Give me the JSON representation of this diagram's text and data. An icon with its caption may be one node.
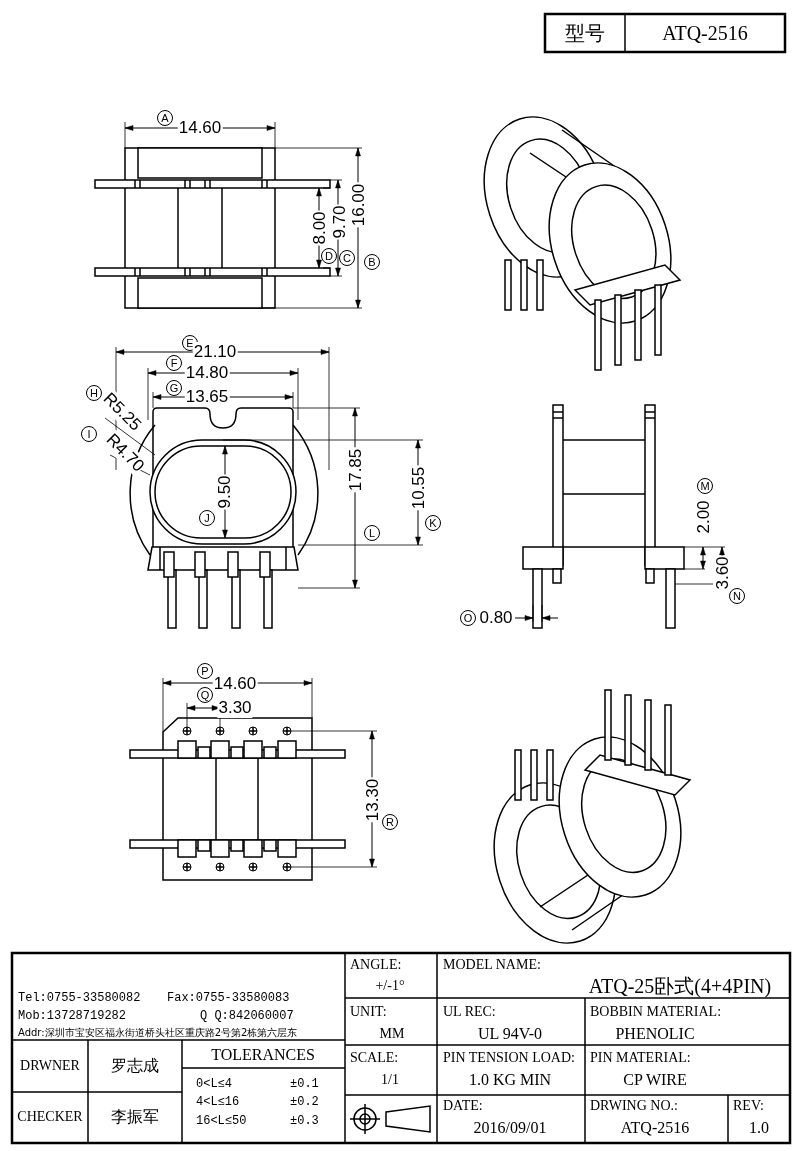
{
  "diagram": {
    "labels": [
      "型号",
      "ATQ-2516",
      "A",
      "14.60",
      "8.00",
      "D",
      "9.70",
      "C",
      "16.00",
      "B",
      "E",
      "21.10",
      "F",
      "14.80",
      "G",
      "13.65",
      "H",
      "R5.25",
      "I",
      "R4.70",
      "9.50",
      "J",
      "17.85",
      "L",
      "10.55",
      "K",
      "2.00",
      "M",
      "3.60",
      "N",
      "O",
      "0.80",
      "P",
      "14.60",
      "Q",
      "3.30",
      "13.30",
      "R",
      "Tel:0755-33580082",
      "Fax:0755-33580083",
      "Mob:13728719282",
      "Q Q:842060007",
      "Addr:深圳市宝安区福永街道桥头社区重庆路2号第2栋第六层东",
      "ANGLE:",
      "+/-1°",
      "MODEL NAME:",
      "ATQ-25卧式(4+4PIN)",
      "UNIT:",
      "MM",
      "UL REC:",
      "UL 94V-0",
      "BOBBIN MATERIAL:",
      "PHENOLIC",
      "DRWNER",
      "罗志成",
      "TOLERANCES",
      "0<L≤4",
      "±0.1",
      "4<L≤16",
      "±0.2",
      "16<L≤50",
      "±0.3",
      "SCALE:",
      "1/1",
      "PIN TENSION LOAD:",
      "1.0 KG MIN",
      "PIN MATERIAL:",
      "CP WIRE",
      "CHECKER",
      "李振军",
      "DATE:",
      "2016/09/01",
      "DRWING NO.:",
      "ATQ-2516",
      "REV:",
      "1.0"
    ]
  }
}
